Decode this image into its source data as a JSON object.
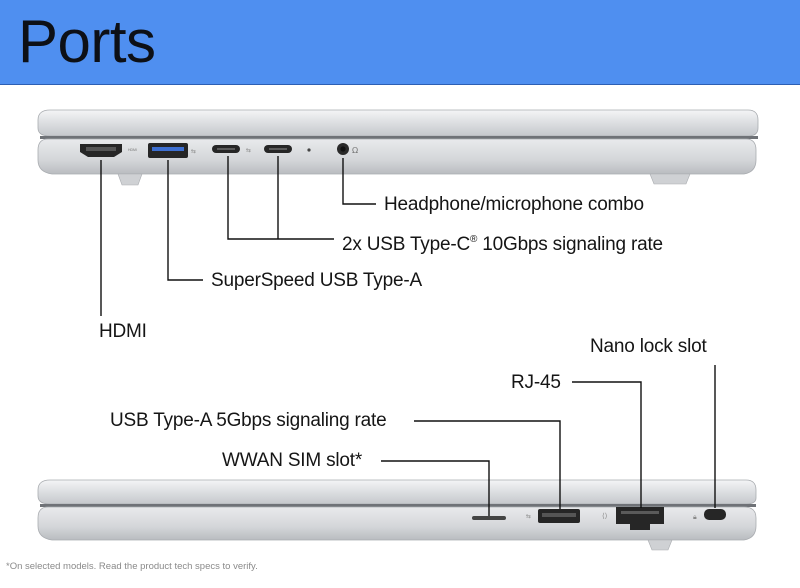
{
  "header": {
    "title": "Ports",
    "background": "#4f8ff0"
  },
  "left_side": {
    "labels": {
      "headphone": "Headphone/microphone combo",
      "usb_c_text": "2x USB Type-C",
      "usb_c_reg": "®",
      "usb_c_rest": " 10Gbps signaling rate",
      "usb_a_superspeed": "SuperSpeed USB Type-A",
      "hdmi": "HDMI",
      "port_hdmi_marking": "HDMI"
    }
  },
  "right_side": {
    "labels": {
      "nano_lock": "Nano lock slot",
      "rj45": "RJ-45",
      "usb_a_5g": "USB Type-A 5Gbps signaling rate",
      "wwan": "WWAN SIM slot*"
    }
  },
  "footnote": "*On selected models. Read the product tech specs to verify.",
  "colors": {
    "chassis": "#d9dbde",
    "line": "#111111",
    "port": "#2a2a2a"
  }
}
